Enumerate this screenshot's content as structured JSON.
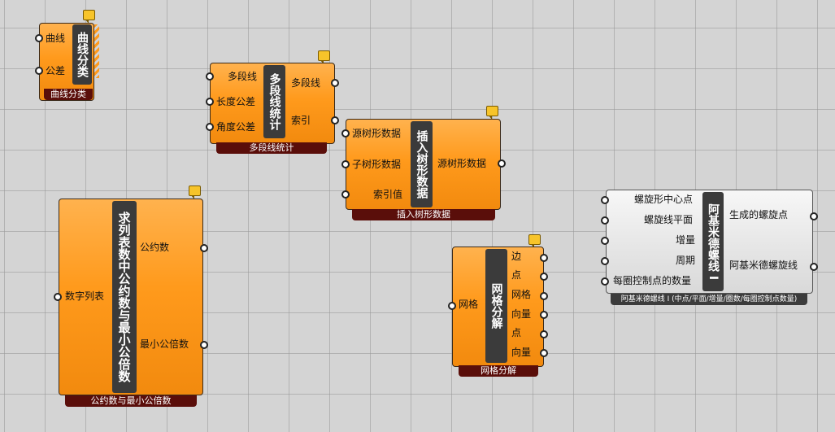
{
  "components": {
    "curve_classify": {
      "title": "曲线分类",
      "inputs": [
        "曲线",
        "公差"
      ],
      "name_bar": "曲线分类"
    },
    "polyline_stats": {
      "title": "多段线统计",
      "inputs": [
        "多段线",
        "长度公差",
        "角度公差"
      ],
      "outputs": [
        "多段线",
        "索引"
      ],
      "name_bar": "多段线统计"
    },
    "insert_tree": {
      "title": "插入树形数据",
      "inputs": [
        "源树形数据",
        "子树形数据",
        "索引值"
      ],
      "outputs": [
        "源树形数据"
      ],
      "name_bar": "插入树形数据"
    },
    "gcd_lcm": {
      "title": "求列表数中公约数与最小公倍数",
      "inputs": [
        "数字列表"
      ],
      "outputs": [
        "公约数",
        "最小公倍数"
      ],
      "name_bar": "公约数与最小公倍数"
    },
    "mesh_explode": {
      "title": "网格分解",
      "inputs": [
        "网格"
      ],
      "outputs": [
        "边",
        "点",
        "网格",
        "向量",
        "点",
        "向量"
      ],
      "name_bar": "网格分解"
    },
    "archimedes_spiral": {
      "title": "阿基米德螺线 I",
      "inputs": [
        "螺旋形中心点",
        "螺旋线平面",
        "增量",
        "周期",
        "每圈控制点的数量"
      ],
      "outputs": [
        "生成的螺旋点",
        "阿基米德螺旋线"
      ],
      "name_bar": "阿基米德螺线 I (中点/平面/增量/圈数/每圈控制点数量)"
    }
  },
  "colors": {
    "component_orange": "#ff9a1c",
    "component_white": "#e6e6e6",
    "name_bar": "#5a0e0a",
    "canvas": "#d4d4d4"
  }
}
